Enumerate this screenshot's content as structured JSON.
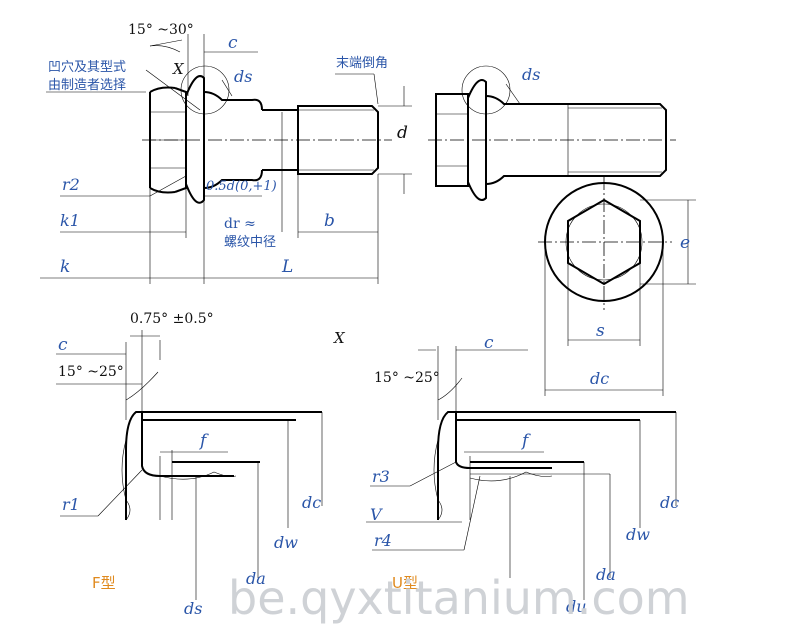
{
  "labels": {
    "angle_top": "15° ~30°",
    "c_top": "c",
    "x_top": "X",
    "ds_1": "ds",
    "ds_2": "ds",
    "note_recess_line1": "凹穴及其型式",
    "note_recess_line2": "由制造者选择",
    "note_end_chamfer": "末端倒角",
    "d": "d",
    "r2": "r2",
    "half_d": "0.5d(0,+1)",
    "k1": "k1",
    "b": "b",
    "dr_line1": "dr ≈",
    "dr_line2": "螺纹中径",
    "k": "k",
    "L": "L",
    "e": "e",
    "s": "s",
    "dc_top": "dc",
    "angle_f": "0.75° ±0.5°",
    "c_f": "c",
    "x_mid": "X",
    "angle_f2": "15° ~25°",
    "f_f": "f",
    "r1": "r1",
    "dc_f": "dc",
    "dw_f": "dw",
    "da_f": "da",
    "ds_f": "ds",
    "type_f": "F型",
    "c_u": "c",
    "angle_u": "15° ~25°",
    "f_u": "f",
    "r3": "r3",
    "V": "V",
    "r4": "r4",
    "dc_u": "dc",
    "dw_u": "dw",
    "da_u": "da",
    "du_u": "du",
    "type_u": "U型",
    "watermark": "be.qyxtitanium.com"
  }
}
